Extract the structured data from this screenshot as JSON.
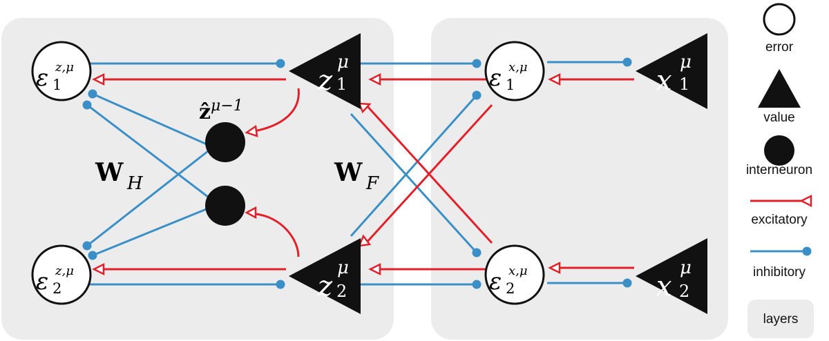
{
  "colors": {
    "panel": "#ececec",
    "inhibitory": "#3a8fc6",
    "excitatory": "#e2202a",
    "node": "#111111"
  },
  "nodes": {
    "err_z1": {
      "base": "ε",
      "sup": "z,μ",
      "sub": "1"
    },
    "err_z2": {
      "base": "ε",
      "sup": "z,μ",
      "sub": "2"
    },
    "val_z1": {
      "base": "z",
      "sup": "μ",
      "sub": "1"
    },
    "val_z2": {
      "base": "z",
      "sup": "μ",
      "sub": "2"
    },
    "err_x1": {
      "base": "ε",
      "sup": "x,μ",
      "sub": "1"
    },
    "err_x2": {
      "base": "ε",
      "sup": "x,μ",
      "sub": "2"
    },
    "val_x1": {
      "base": "x",
      "sup": "μ",
      "sub": "1"
    },
    "val_x2": {
      "base": "x",
      "sup": "μ",
      "sub": "2"
    },
    "interneuron_label": {
      "base": "ẑ",
      "sup": "μ−1"
    }
  },
  "weights": {
    "wh": {
      "base": "W",
      "sub": "H"
    },
    "wf": {
      "base": "W",
      "sub": "F"
    }
  },
  "legend": {
    "error": "error",
    "value": "value",
    "interneuron": "interneuron",
    "excitatory": "excitatory",
    "inhibitory": "inhibitory",
    "layers": "layers"
  }
}
